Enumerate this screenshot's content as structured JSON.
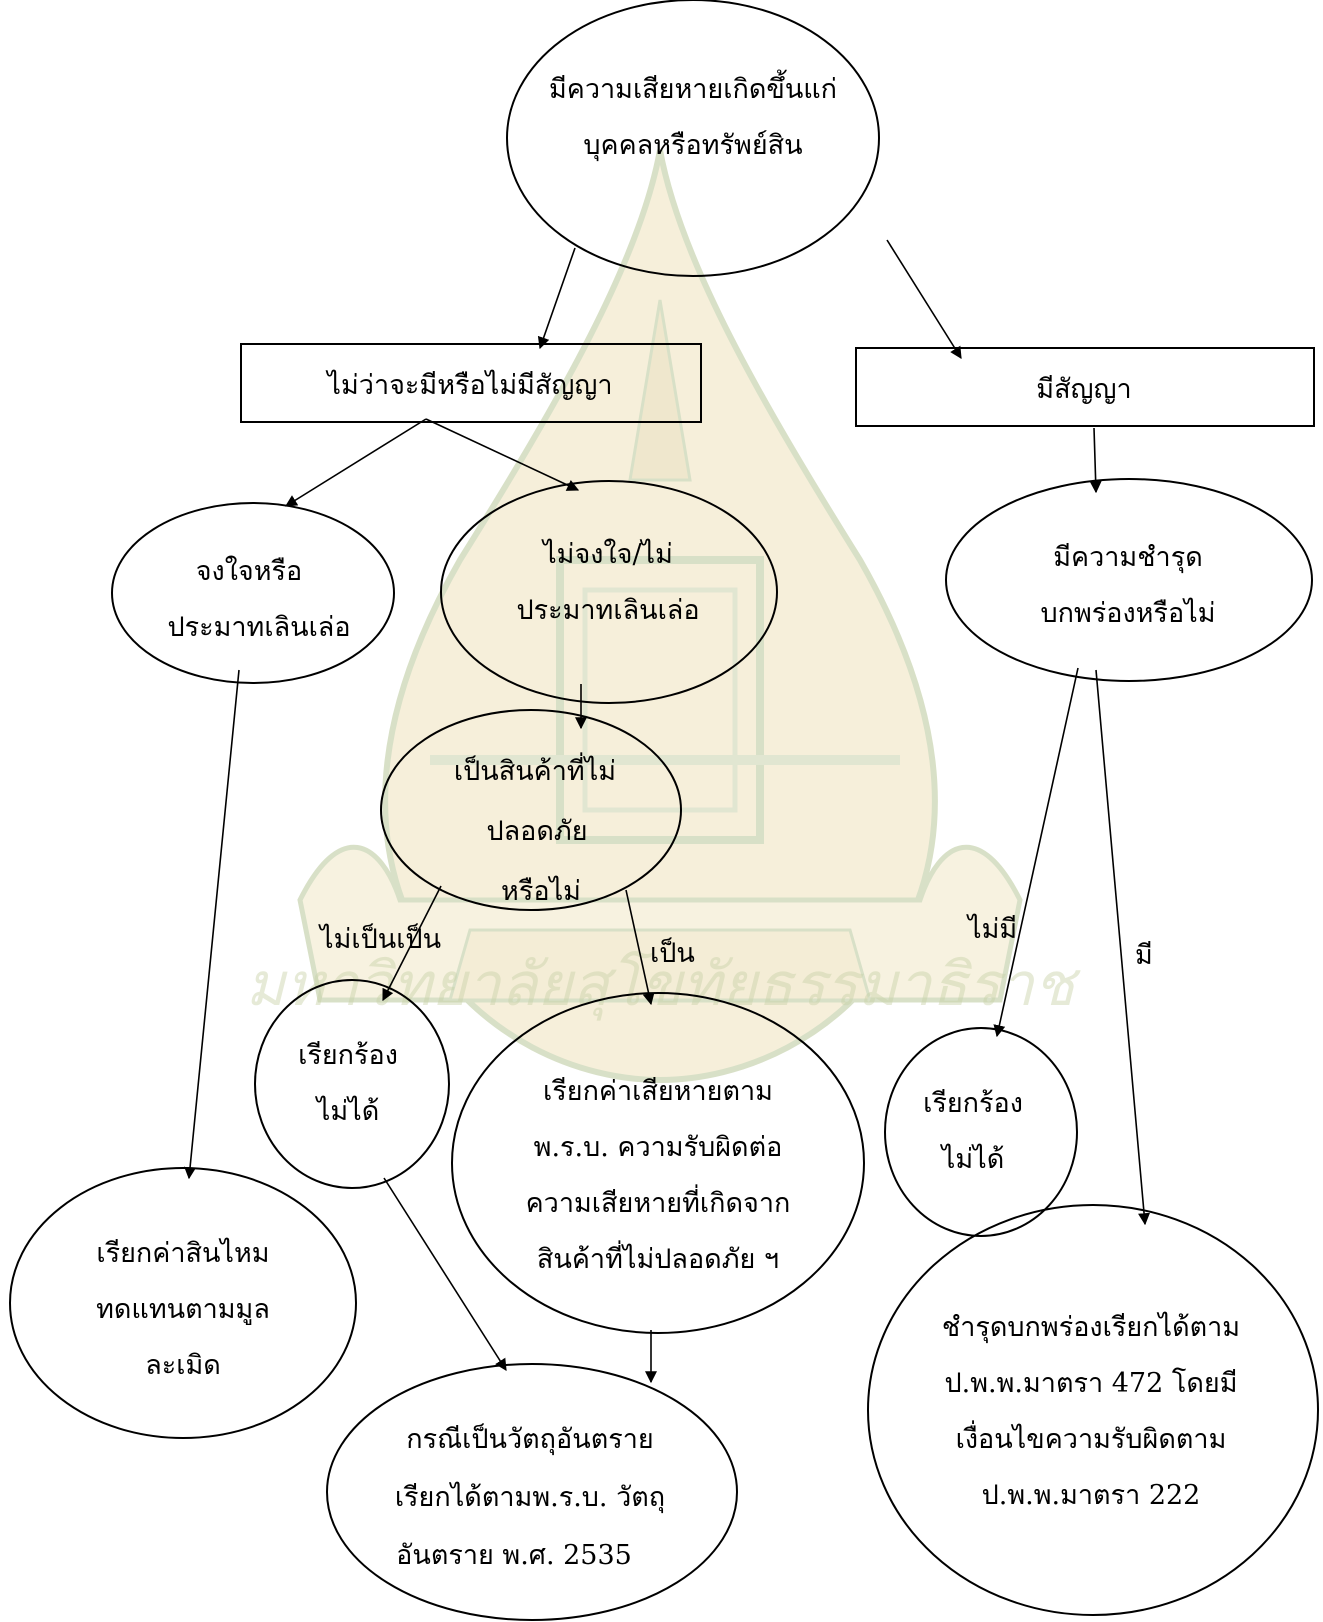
{
  "colors": {
    "ink": "#000000",
    "background": "#ffffff",
    "watermark_fill": "#efe3bd",
    "watermark_stroke": "#b9c79a"
  },
  "watermark": {
    "type": "university-emblem-watermark",
    "text": "มหาวิทยาลัยสุโขทัยธรรมาธิราช"
  },
  "nodes": {
    "root": {
      "shape": "ellipse",
      "lines": [
        "มีความเสียหายเกิดขึ้นแก่",
        "บุคคลหรือทรัพย์สิน"
      ]
    },
    "no_contract": {
      "shape": "rect",
      "lines": [
        "ไม่ว่าจะมีหรือไม่มีสัญญา"
      ]
    },
    "contract": {
      "shape": "rect",
      "lines": [
        "มีสัญญา"
      ]
    },
    "intentional": {
      "shape": "ellipse",
      "lines": [
        "จงใจหรือ",
        "ประมาทเลินเล่อ"
      ]
    },
    "not_intentional": {
      "shape": "ellipse",
      "lines": [
        "ไม่จงใจ/ไม่",
        "ประมาทเลินเล่อ"
      ]
    },
    "defect_q": {
      "shape": "ellipse",
      "lines": [
        "มีความชำรุด",
        "บกพร่องหรือไม่"
      ]
    },
    "unsafe_q": {
      "shape": "ellipse",
      "lines": [
        "เป็นสินค้าที่ไม่",
        "ปลอดภัย",
        "หรือไม่"
      ]
    },
    "cannot_claim_left": {
      "shape": "ellipse",
      "lines": [
        "เรียกร้อง",
        "ไม่ได้"
      ]
    },
    "unsafe_act": {
      "shape": "ellipse",
      "lines": [
        "เรียกค่าเสียหายตาม",
        "พ.ร.บ. ความรับผิดต่อ",
        "ความเสียหายที่เกิดจาก",
        "สินค้าที่ไม่ปลอดภัย ฯ"
      ]
    },
    "cannot_claim_right": {
      "shape": "ellipse",
      "lines": [
        "เรียกร้อง",
        "ไม่ได้"
      ]
    },
    "tort": {
      "shape": "ellipse",
      "lines": [
        "เรียกค่าสินไหม",
        "ทดแทนตามมูล",
        "ละเมิด"
      ]
    },
    "hazardous": {
      "shape": "ellipse",
      "lines": [
        "กรณีเป็นวัตถุอันตราย",
        "เรียกได้ตามพ.ร.บ. วัตถุ",
        "อันตราย พ.ศ. 2535"
      ]
    },
    "defect_claim": {
      "shape": "ellipse",
      "lines": [
        "ชำรุดบกพร่องเรียกได้ตาม",
        "ป.พ.พ.มาตรา 472 โดยมี",
        "เงื่อนไขความรับผิดตาม",
        "ป.พ.พ.มาตรา 222"
      ]
    }
  },
  "edges": [
    {
      "from": "root",
      "to": "no_contract",
      "label": ""
    },
    {
      "from": "root",
      "to": "contract",
      "label": ""
    },
    {
      "from": "no_contract",
      "to": "intentional",
      "label": ""
    },
    {
      "from": "no_contract",
      "to": "not_intentional",
      "label": ""
    },
    {
      "from": "contract",
      "to": "defect_q",
      "label": ""
    },
    {
      "from": "not_intentional",
      "to": "unsafe_q",
      "label": ""
    },
    {
      "from": "intentional",
      "to": "tort",
      "label": ""
    },
    {
      "from": "unsafe_q",
      "to": "cannot_claim_left",
      "label": "ไม่เป็นเป็น"
    },
    {
      "from": "unsafe_q",
      "to": "unsafe_act",
      "label": "เป็น"
    },
    {
      "from": "cannot_claim_left",
      "to": "hazardous",
      "label": ""
    },
    {
      "from": "unsafe_act",
      "to": "hazardous",
      "label": ""
    },
    {
      "from": "defect_q",
      "to": "cannot_claim_right",
      "label": "ไม่มี"
    },
    {
      "from": "defect_q",
      "to": "defect_claim",
      "label": "มี"
    }
  ]
}
